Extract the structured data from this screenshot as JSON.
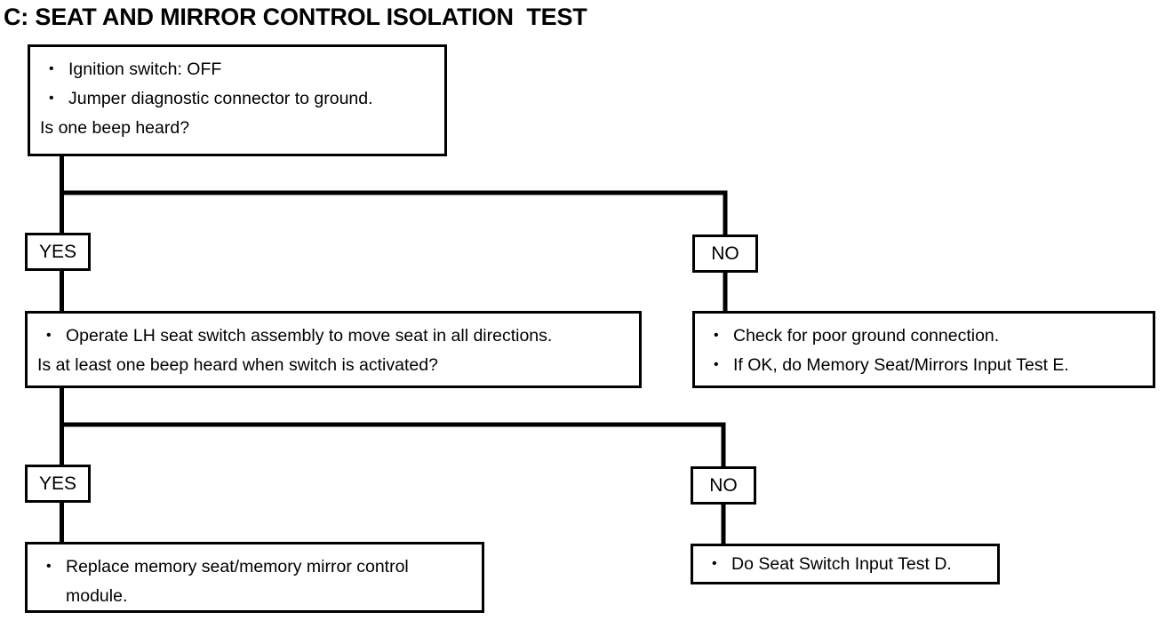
{
  "document": {
    "title": "C: SEAT AND MIRROR CONTROL ISOLATION  TEST",
    "type": "diagnostic-flowchart",
    "colors": {
      "line": "#000000",
      "background": "#ffffff",
      "text": "#000000"
    }
  },
  "flow": {
    "step1": {
      "name": "initial-condition-box",
      "bullets": [
        "Ignition switch:  OFF",
        "Jumper diagnostic connector to ground."
      ],
      "question": "Is one beep heard?"
    },
    "branch1": {
      "yes_label": "YES",
      "no_label": "NO"
    },
    "step2_yes": {
      "name": "operate-lh-seat-switch-box",
      "bullets": [
        "Operate LH seat switch assembly to move seat in all directions."
      ],
      "question": "Is at least one beep heard when switch is activated?"
    },
    "step2_no": {
      "name": "check-ground-box",
      "bullets": [
        "Check for poor ground connection.",
        "If OK, do Memory Seat/Mirrors Input Test E."
      ]
    },
    "branch2": {
      "yes_label": "YES",
      "no_label": "NO"
    },
    "step3_yes": {
      "name": "replace-module-box",
      "bullets": [
        "Replace memory seat/memory mirror control module."
      ]
    },
    "step3_no": {
      "name": "seat-switch-input-test-box",
      "bullets": [
        "Do Seat Switch Input Test D."
      ]
    }
  }
}
